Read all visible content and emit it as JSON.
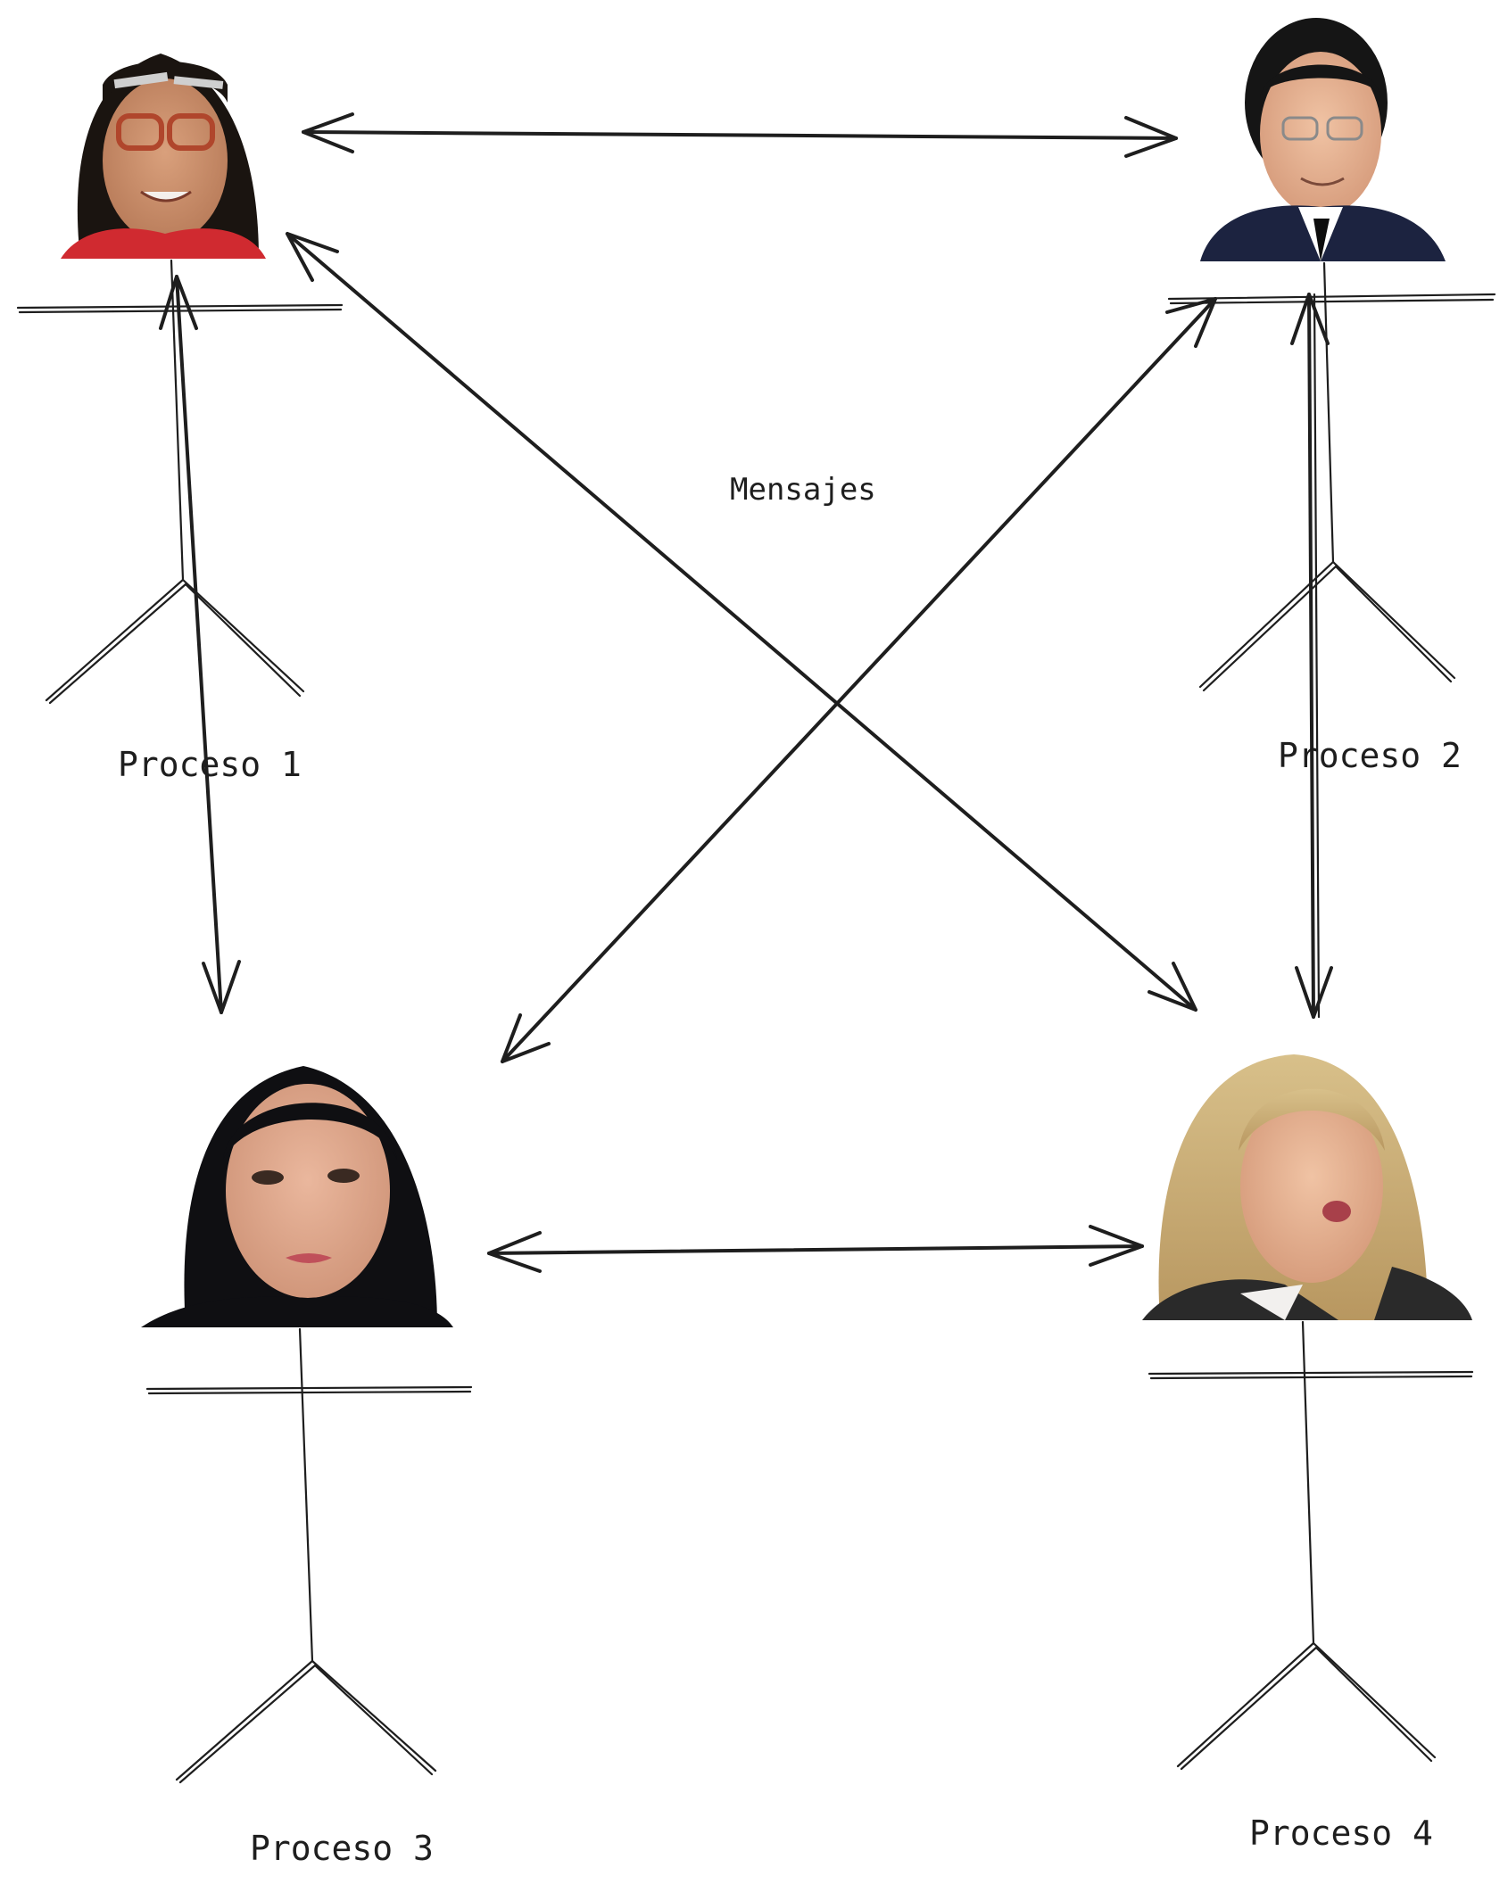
{
  "diagram": {
    "message_label": "Mensajes",
    "processes": [
      {
        "id": "p1",
        "label": "Proceso 1",
        "portrait": "woman-glasses-braces-portrait"
      },
      {
        "id": "p2",
        "label": "Proceso 2",
        "portrait": "man-suit-glasses-portrait"
      },
      {
        "id": "p3",
        "label": "Proceso 3",
        "portrait": "woman-dark-hair-portrait"
      },
      {
        "id": "p4",
        "label": "Proceso 4",
        "portrait": "woman-blonde-hair-portrait"
      }
    ],
    "connections": [
      {
        "from": "p1",
        "to": "p2",
        "bidirectional": true
      },
      {
        "from": "p1",
        "to": "p3",
        "bidirectional": true
      },
      {
        "from": "p1",
        "to": "p4",
        "bidirectional": true
      },
      {
        "from": "p2",
        "to": "p3",
        "bidirectional": true
      },
      {
        "from": "p2",
        "to": "p4",
        "bidirectional": true
      },
      {
        "from": "p3",
        "to": "p4",
        "bidirectional": true
      }
    ]
  },
  "colors": {
    "stroke": "#1e1e1e",
    "background": "#ffffff"
  }
}
